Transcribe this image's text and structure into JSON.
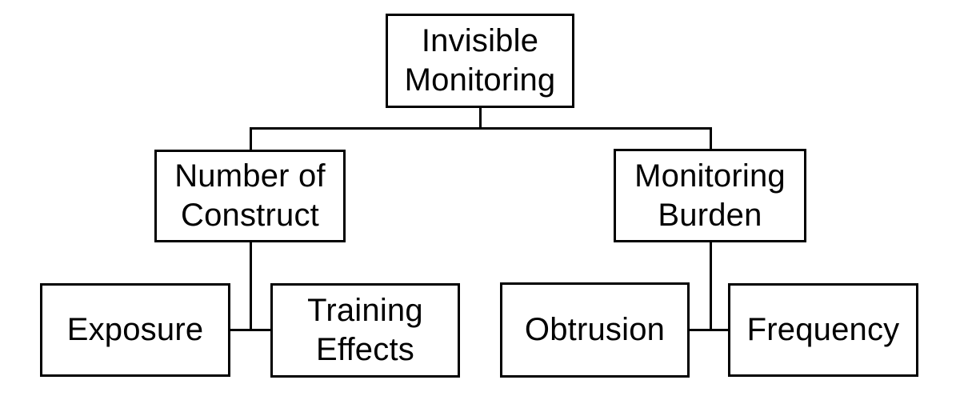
{
  "colors": {
    "background": "#ffffff",
    "box_border": "#000000",
    "connector": "#000000",
    "text": "#000000"
  },
  "nodes": {
    "root": {
      "label": "Invisible\nMonitoring"
    },
    "left_branch": {
      "label": "Number of\nConstruct"
    },
    "right_branch": {
      "label": "Monitoring\nBurden"
    },
    "left_leaf_1": {
      "label": "Exposure"
    },
    "left_leaf_2": {
      "label": "Training\nEffects"
    },
    "right_leaf_1": {
      "label": "Obtrusion"
    },
    "right_leaf_2": {
      "label": "Frequency"
    }
  }
}
